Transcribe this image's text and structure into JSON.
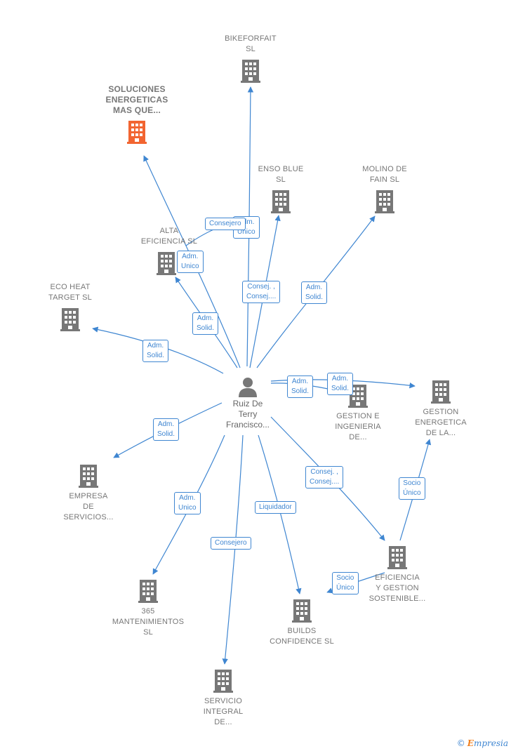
{
  "colors": {
    "edge": "#3f86d1",
    "building": "#777777",
    "highlight": "#f26531",
    "text": "#777777"
  },
  "center": {
    "label": "Ruiz De\nTerry\nFrancisco...",
    "icon": "person-icon"
  },
  "nodes": [
    {
      "id": "bikeforfait",
      "label": "BIKEFORFAIT\nSL",
      "highlight": false
    },
    {
      "id": "soluciones",
      "label": "SOLUCIONES\nENERGETICAS\nMAS QUE...",
      "highlight": true
    },
    {
      "id": "enso",
      "label": "ENSO BLUE\nSL",
      "highlight": false
    },
    {
      "id": "molino",
      "label": "MOLINO DE\nFAIN SL",
      "highlight": false
    },
    {
      "id": "alta",
      "label": "ALTA\nEFICIENCIA  SL",
      "highlight": false
    },
    {
      "id": "ecoheat",
      "label": "ECO HEAT\nTARGET SL",
      "highlight": false
    },
    {
      "id": "gestioning",
      "label": "GESTION E\nINGENIERIA\nDE...",
      "highlight": false
    },
    {
      "id": "gestionener",
      "label": "GESTION\nENERGETICA\nDE LA...",
      "highlight": false
    },
    {
      "id": "empresa",
      "label": "EMPRESA\nDE\nSERVICIOS...",
      "highlight": false
    },
    {
      "id": "eficiencia",
      "label": "EFICIENCIA\nY GESTION\nSOSTENIBLE...",
      "highlight": false
    },
    {
      "id": "m365",
      "label": "365\nMANTENIMIENTOS\nSL",
      "highlight": false
    },
    {
      "id": "builds",
      "label": "BUILDS\nCONFIDENCE SL",
      "highlight": false
    },
    {
      "id": "servicio",
      "label": "SERVICIO\nINTEGRAL\nDE...",
      "highlight": false
    }
  ],
  "edge_labels": [
    {
      "id": "to-bikeforfait",
      "text": "Adm.\nUnico"
    },
    {
      "id": "to-alta-consejero",
      "text": "Consejero"
    },
    {
      "id": "to-soluciones",
      "text": "Adm.\nUnico"
    },
    {
      "id": "to-enso",
      "text": "Consej. ,\nConsej...."
    },
    {
      "id": "to-molino",
      "text": "Adm.\nSolid."
    },
    {
      "id": "to-alta",
      "text": "Adm.\nSolid."
    },
    {
      "id": "to-ecoheat",
      "text": "Adm.\nSolid."
    },
    {
      "id": "to-gestioning",
      "text": "Adm.\nSolid."
    },
    {
      "id": "to-gestionener",
      "text": "Adm.\nSolid."
    },
    {
      "id": "to-empresa",
      "text": "Adm.\nSolid."
    },
    {
      "id": "to-eficiencia",
      "text": "Consej. ,\nConsej...."
    },
    {
      "id": "efi-to-gestionener",
      "text": "Socio\nÚnico"
    },
    {
      "id": "efi-to-builds",
      "text": "Socio\nÚnico"
    },
    {
      "id": "to-builds",
      "text": "Liquidador"
    },
    {
      "id": "to-365",
      "text": "Adm.\nUnico"
    },
    {
      "id": "to-servicio",
      "text": "Consejero"
    }
  ],
  "footer": {
    "copyright": "©",
    "brand_first": "E",
    "brand_rest": "mpresia"
  }
}
